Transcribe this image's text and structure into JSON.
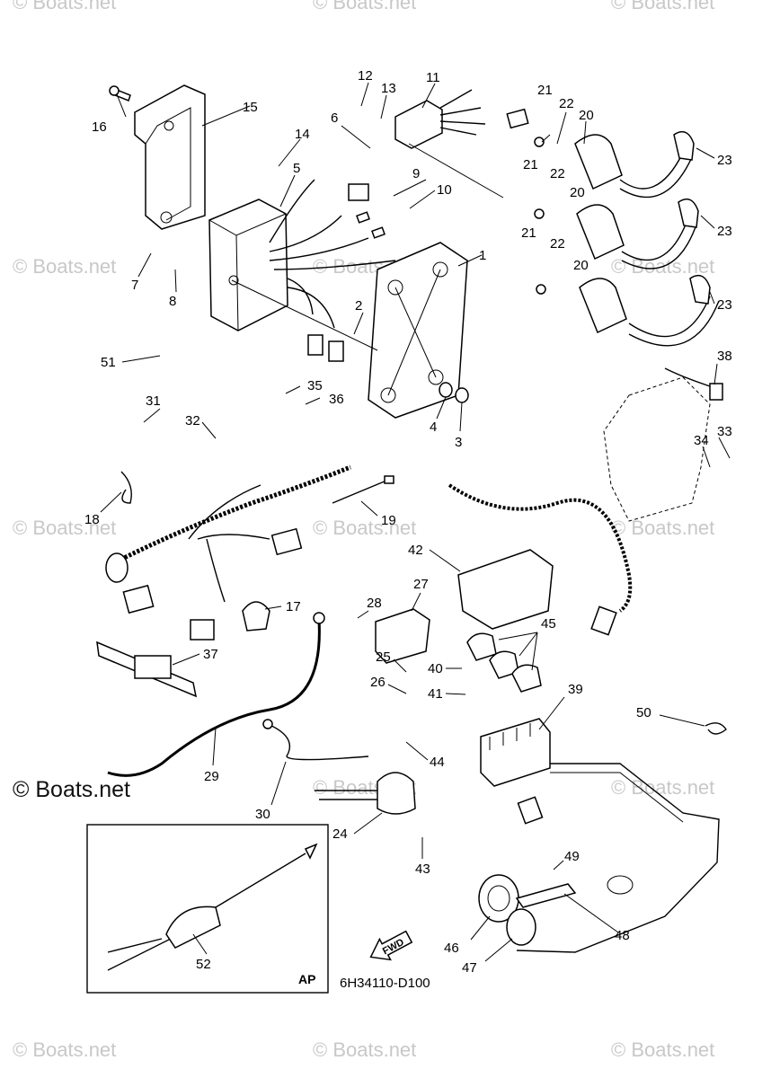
{
  "watermark": {
    "text": "© Boats.net",
    "foreground_text": "© Boats.net"
  },
  "diagram": {
    "part_code": "6H34110-D100",
    "inset_label": "AP",
    "fwd_label": "FWD",
    "callouts": [
      "1",
      "2",
      "3",
      "4",
      "5",
      "6",
      "7",
      "8",
      "9",
      "10",
      "11",
      "12",
      "13",
      "14",
      "15",
      "16",
      "17",
      "18",
      "19",
      "20",
      "20",
      "20",
      "21",
      "21",
      "21",
      "22",
      "22",
      "22",
      "23",
      "23",
      "23",
      "24",
      "25",
      "26",
      "27",
      "28",
      "29",
      "30",
      "31",
      "32",
      "33",
      "34",
      "35",
      "36",
      "37",
      "38",
      "39",
      "40",
      "41",
      "42",
      "43",
      "44",
      "45",
      "46",
      "47",
      "48",
      "49",
      "50",
      "51",
      "52"
    ]
  }
}
